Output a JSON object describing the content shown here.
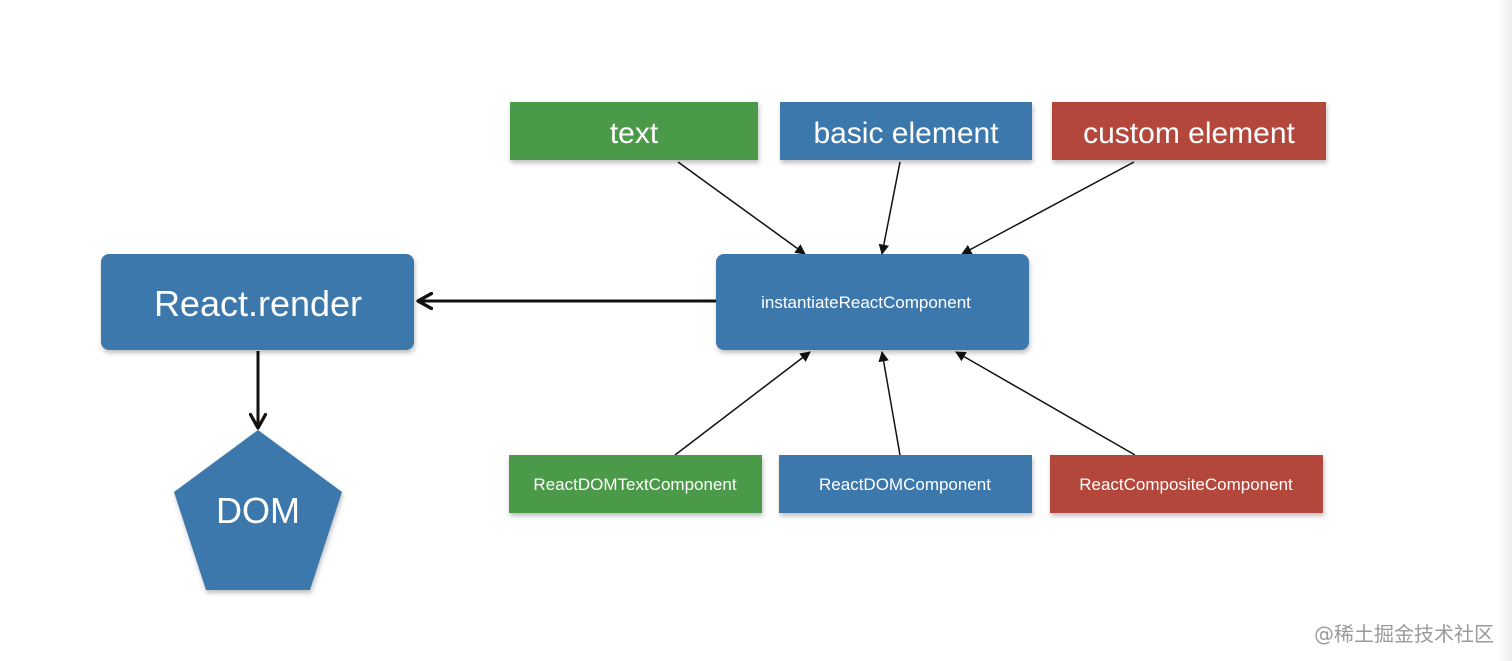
{
  "colors": {
    "green": "#4c9a48",
    "blue": "#3e78ad",
    "red": "#b3463a",
    "arrow": "#111111",
    "watermark": "#9a9a9a"
  },
  "diagram": {
    "nodes": {
      "text": "text",
      "basic_element": "basic element",
      "custom_element": "custom element",
      "instantiate": "instantiateReactComponent",
      "react_render": "React.render",
      "dom": "DOM",
      "dom_text_component": "ReactDOMTextComponent",
      "dom_component": "ReactDOMComponent",
      "composite_component": "ReactCompositeComponent"
    }
  },
  "watermark": "@稀土掘金技术社区"
}
